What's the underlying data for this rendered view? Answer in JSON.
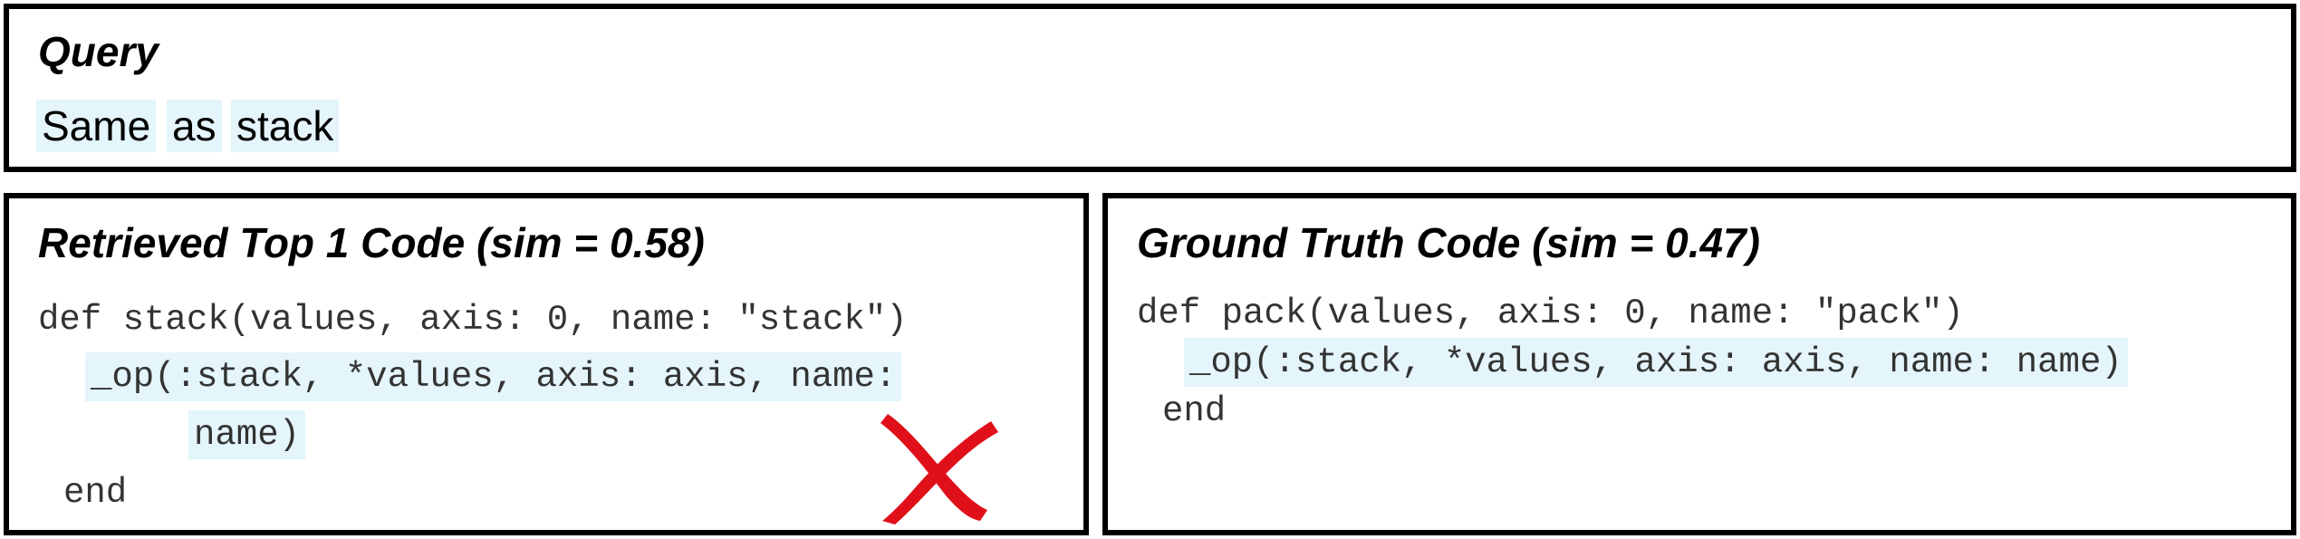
{
  "query": {
    "title": "Query",
    "words": [
      "Same",
      "as",
      "stack"
    ]
  },
  "retrieved": {
    "title": "Retrieved Top 1 Code (sim = 0.58)",
    "line1": "def stack(values, axis: 0, name: \"stack\")",
    "line2": "_op(:stack, *values, axis: axis, name:",
    "line3": "name)",
    "line4": "end",
    "mark": "cross-icon",
    "mark_color": "#e0101a"
  },
  "ground_truth": {
    "title": "Ground Truth Code (sim = 0.47)",
    "line1": "def pack(values, axis: 0, name: \"pack\")",
    "line2": "_op(:stack, *values, axis: axis, name: name)",
    "line3": "end"
  },
  "colors": {
    "highlight": "#e4f5fb",
    "border": "#000000"
  }
}
